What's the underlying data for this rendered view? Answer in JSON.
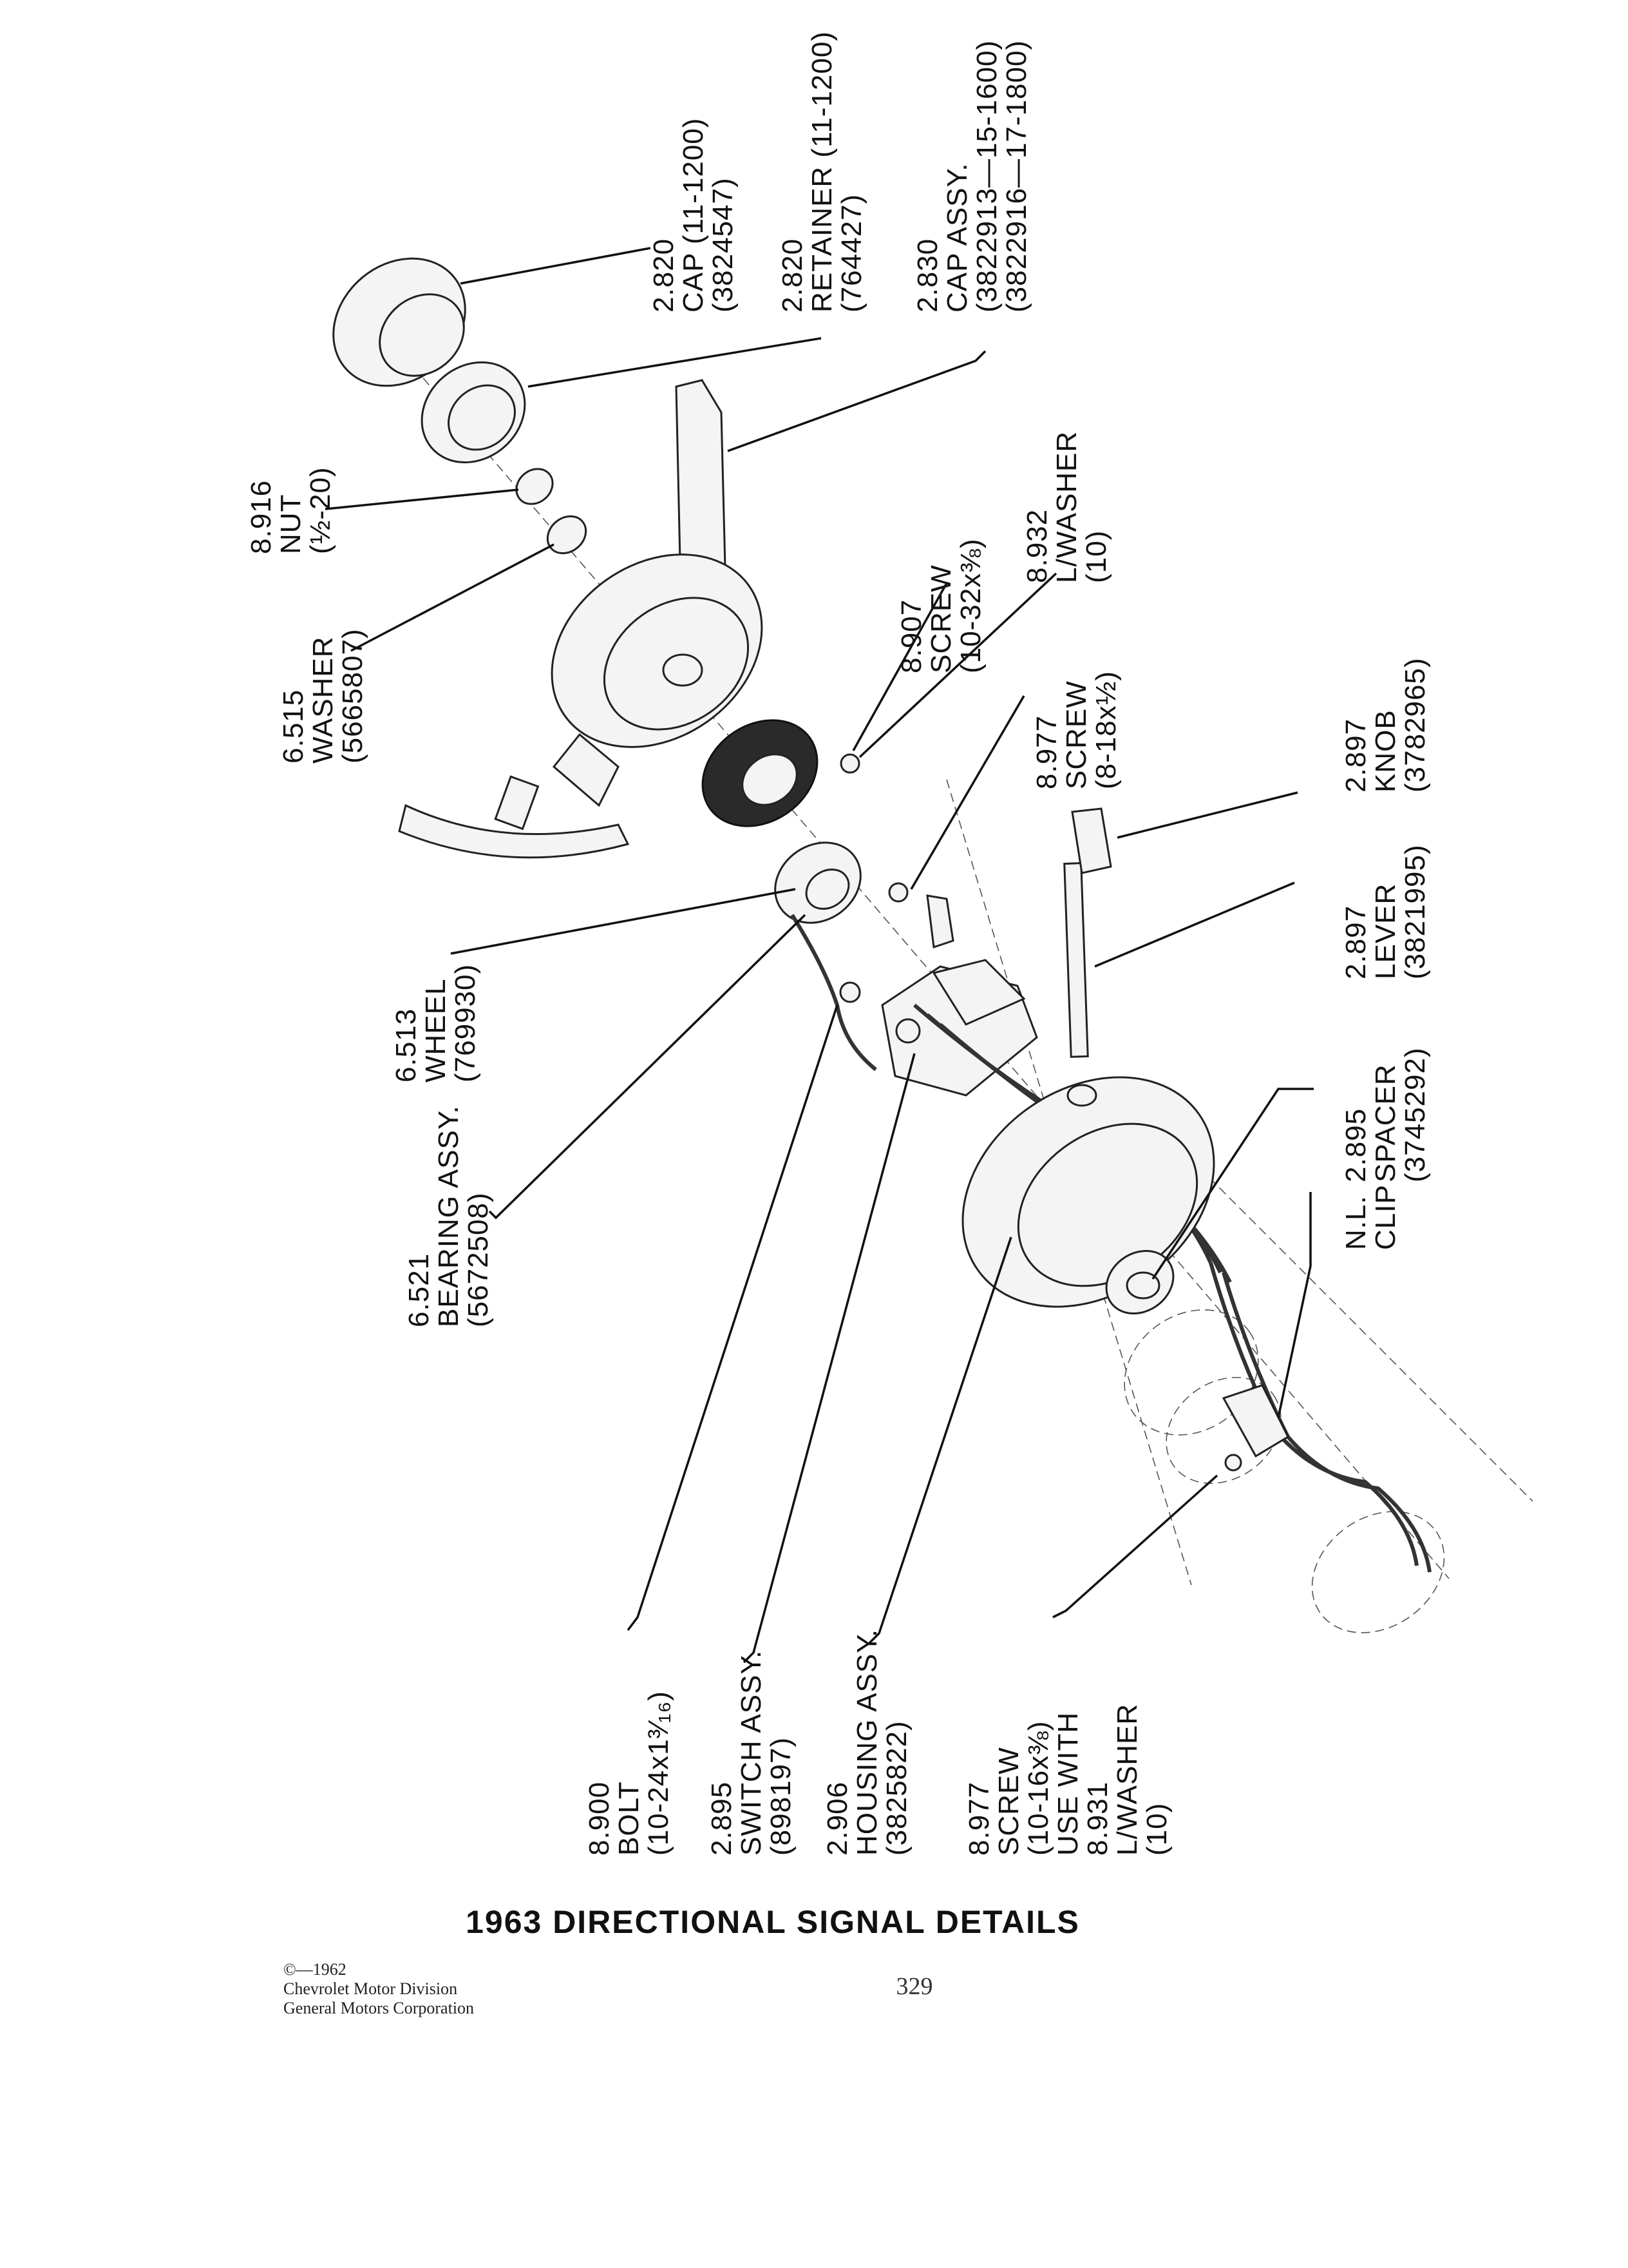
{
  "labels": [
    {
      "id": "cap",
      "lines": [
        "2.820",
        "CAP (11-1200)",
        "(3824547)"
      ]
    },
    {
      "id": "retainer",
      "lines": [
        "2.820",
        "RETAINER (11-1200)",
        "(764427)"
      ]
    },
    {
      "id": "cap-assy",
      "lines": [
        "2.830",
        "CAP ASSY.",
        "(3822913—15-1600)",
        "(3822916—17-1800)"
      ]
    },
    {
      "id": "nut",
      "lines": [
        "8.916",
        "NUT",
        "(½-20)"
      ]
    },
    {
      "id": "washer",
      "lines": [
        "6.515",
        "WASHER",
        "(5665807)"
      ]
    },
    {
      "id": "screw-10-32",
      "lines": [
        "8.907",
        "SCREW",
        "(10-32x⅜)"
      ]
    },
    {
      "id": "lwasher-10",
      "lines": [
        "8.932",
        "L/WASHER",
        "(10)"
      ]
    },
    {
      "id": "screw-8-18",
      "lines": [
        "8.977",
        "SCREW",
        "(8-18x½)"
      ]
    },
    {
      "id": "knob",
      "lines": [
        "2.897",
        "KNOB",
        "(3782965)"
      ]
    },
    {
      "id": "lever",
      "lines": [
        "2.897",
        "LEVER",
        "(3821995)"
      ]
    },
    {
      "id": "spacer",
      "lines": [
        "2.895",
        "SPACER",
        "(3745292)"
      ]
    },
    {
      "id": "clip",
      "lines": [
        "N.L.",
        "CLIP"
      ]
    },
    {
      "id": "wheel",
      "lines": [
        "6.513",
        "WHEEL",
        "(769930)"
      ]
    },
    {
      "id": "bearing-assy",
      "lines": [
        "6.521",
        "BEARING ASSY.",
        "(5672508)"
      ]
    },
    {
      "id": "bolt",
      "lines": [
        "8.900",
        "BOLT",
        "(10-24x1³⁄₁₆)"
      ]
    },
    {
      "id": "switch-assy",
      "lines": [
        "2.895",
        "SWITCH ASSY.",
        "(898197)"
      ]
    },
    {
      "id": "housing-assy",
      "lines": [
        "2.906",
        "HOUSING ASSY.",
        "(3825822)"
      ]
    },
    {
      "id": "screw-10-16",
      "lines": [
        "8.977",
        "SCREW",
        "(10-16x⅜)",
        "USE WITH",
        "8.931",
        "L/WASHER",
        "(10)"
      ]
    }
  ],
  "title": "1963 DIRECTIONAL SIGNAL DETAILS",
  "copyright": [
    "©—1962",
    "Chevrolet Motor Division",
    "General Motors Corporation"
  ],
  "page_number": "329"
}
